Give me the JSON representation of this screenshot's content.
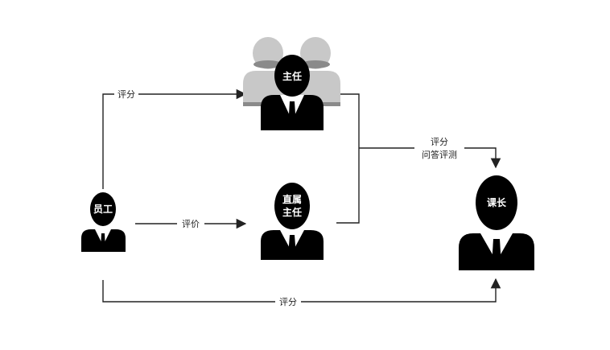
{
  "nodes": {
    "employee": {
      "label": "员工"
    },
    "director": {
      "label": "主任"
    },
    "supervisor": {
      "line1": "直属",
      "line2": "主任"
    },
    "section_chief": {
      "label": "课长"
    }
  },
  "edges": {
    "employee_to_director": {
      "label": "评分"
    },
    "employee_to_supervisor": {
      "label": "评价"
    },
    "employee_to_chief": {
      "label": "评分"
    },
    "to_chief": {
      "line1": "评分",
      "line2": "问答评测"
    }
  },
  "colors": {
    "figure": "#000000",
    "group_figure": "#c8c8c8",
    "group_shadow": "#8a8a8a",
    "line": "#222222"
  }
}
